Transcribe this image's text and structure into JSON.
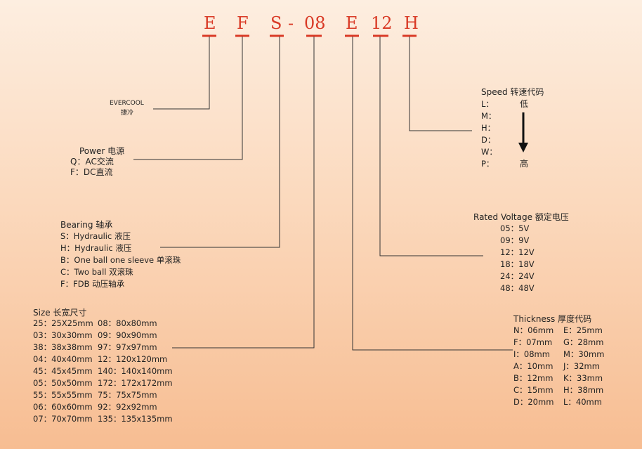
{
  "code": {
    "letters": [
      "E",
      "F",
      "S",
      "-",
      "08",
      "E",
      "12",
      "H"
    ]
  },
  "brand": {
    "name": "EVERCOOL",
    "sub": "捷冷"
  },
  "power": {
    "title": "Power 电源",
    "items": [
      "Q：AC交流",
      "F：DC直流"
    ]
  },
  "bearing": {
    "title": "Bearing 轴承",
    "items": [
      "S：Hydraulic 液压",
      "H：Hydraulic 液压",
      "B：One ball one sleeve 单滚珠",
      "C：Two ball 双滚珠",
      "F：FDB 动压轴承"
    ]
  },
  "size": {
    "title": "Size 长宽尺寸",
    "left": [
      "25：25X25mm",
      "03：30x30mm",
      "38：38x38mm",
      "04：40x40mm",
      "45：45x45mm",
      "05：50x50mm",
      "55：55x55mm",
      "06：60x60mm",
      "07：70x70mm"
    ],
    "right": [
      "08：80x80mm",
      "09：90x90mm",
      "97：97x97mm",
      "12：120x120mm",
      "140：140x140mm",
      "172：172x172mm",
      "75：75x75mm",
      "92：92x92mm",
      "135：135x135mm"
    ]
  },
  "speed": {
    "title": "Speed 转速代码",
    "codes": [
      "L：",
      "M：",
      "H：",
      "D：",
      "W：",
      "P："
    ],
    "low": "低",
    "high": "高"
  },
  "voltage": {
    "title": "Rated Voltage 额定电压",
    "items": [
      "05：5V",
      "09：9V",
      "12：12V",
      "18：18V",
      "24：24V",
      "48：48V"
    ]
  },
  "thickness": {
    "title": "Thickness 厚度代码",
    "left": [
      "N：06mm",
      "F：07mm",
      "I：08mm",
      "A：10mm",
      "B：12mm",
      "C：15mm",
      "D：20mm"
    ],
    "right": [
      "E：25mm",
      "G：28mm",
      "M：30mm",
      "J：32mm",
      "K：33mm",
      "H：38mm",
      "L：40mm"
    ]
  },
  "colors": {
    "code_red": "#d93a26",
    "line": "#333333"
  }
}
